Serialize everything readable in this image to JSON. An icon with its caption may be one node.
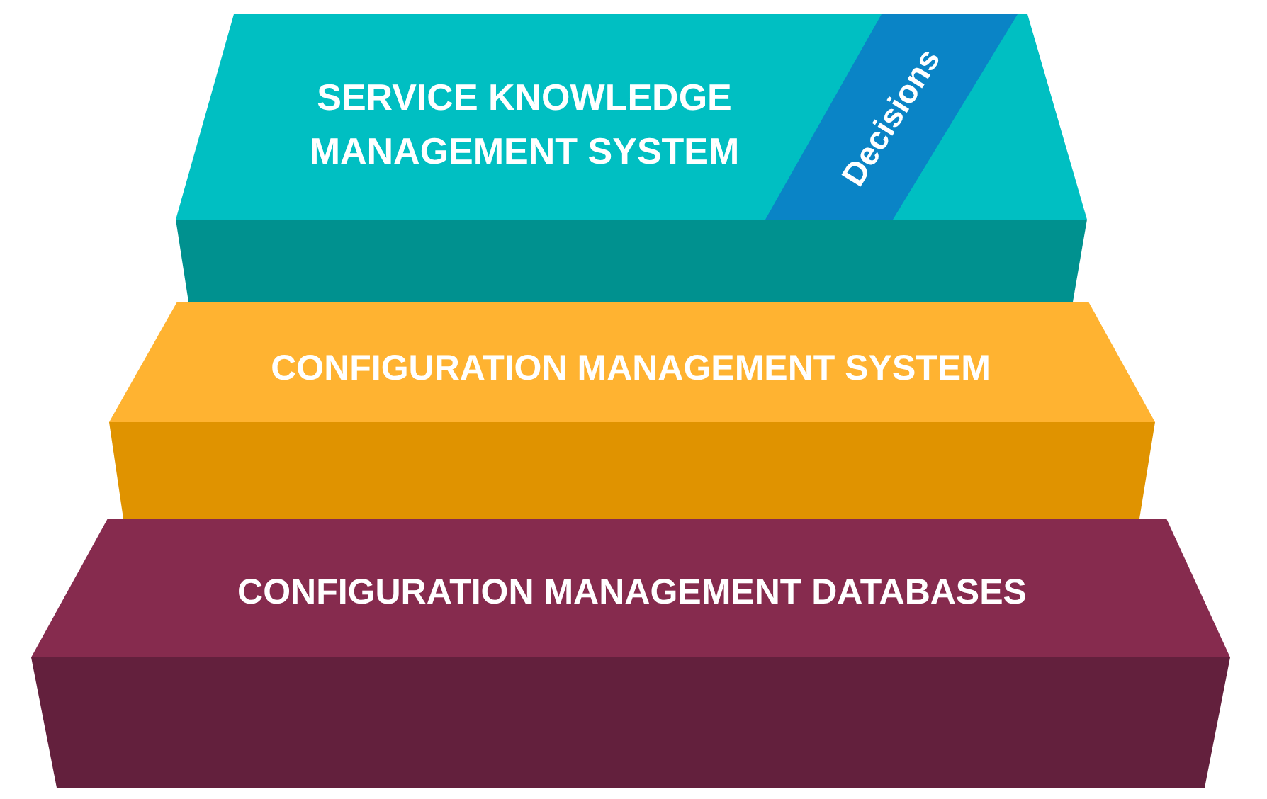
{
  "diagram": {
    "nodes": [
      {
        "text": [
          "SERVICE KNOWLEDGE MANAGEMENT SYSTEM"
        ]
      },
      {
        "text": [
          "Decisions"
        ],
        "in": 0
      },
      {
        "text": [
          "CONFIGURATION MANAGEMENT SYSTEM"
        ]
      },
      {
        "text": [
          "CONFIGURATION MANAGEMENT DATABASES"
        ]
      }
    ]
  }
}
